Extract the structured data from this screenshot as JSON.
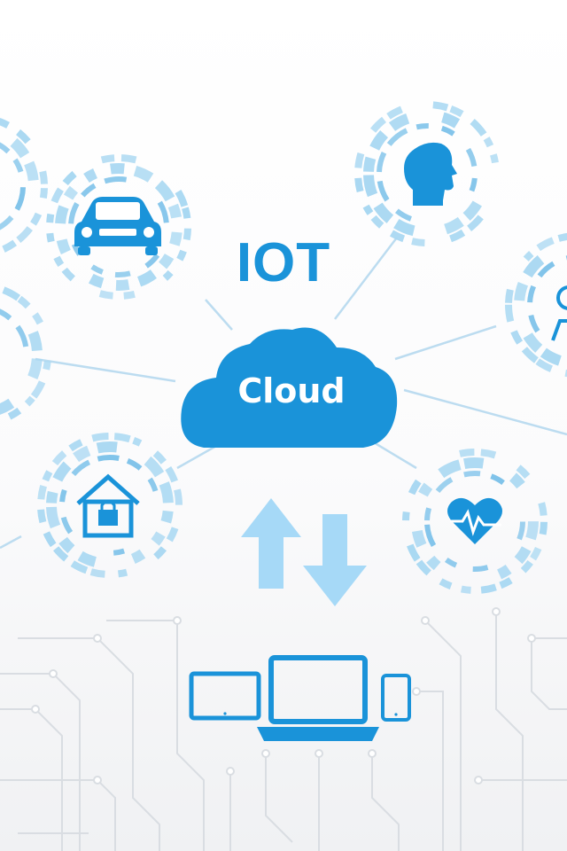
{
  "title": "IOT",
  "hub": {
    "label": "Cloud"
  },
  "nodes": [
    {
      "name": "car",
      "icon": "car-icon"
    },
    {
      "name": "person",
      "icon": "head-icon"
    },
    {
      "name": "user-edge",
      "icon": "person-icon"
    },
    {
      "name": "home",
      "icon": "house-lock-icon"
    },
    {
      "name": "health",
      "icon": "heart-pulse-icon"
    }
  ],
  "sync_arrows": [
    "up-arrow-icon",
    "down-arrow-icon"
  ],
  "devices": [
    "tablet-icon",
    "laptop-icon",
    "phone-icon"
  ],
  "colors": {
    "primary": "#1a93d9",
    "ring_light": "#a9d8f2",
    "ring_mid": "#7fc3ea",
    "arrow": "#a6d9f7",
    "line": "#bcdcf0",
    "circuit": "#d9dde2"
  }
}
